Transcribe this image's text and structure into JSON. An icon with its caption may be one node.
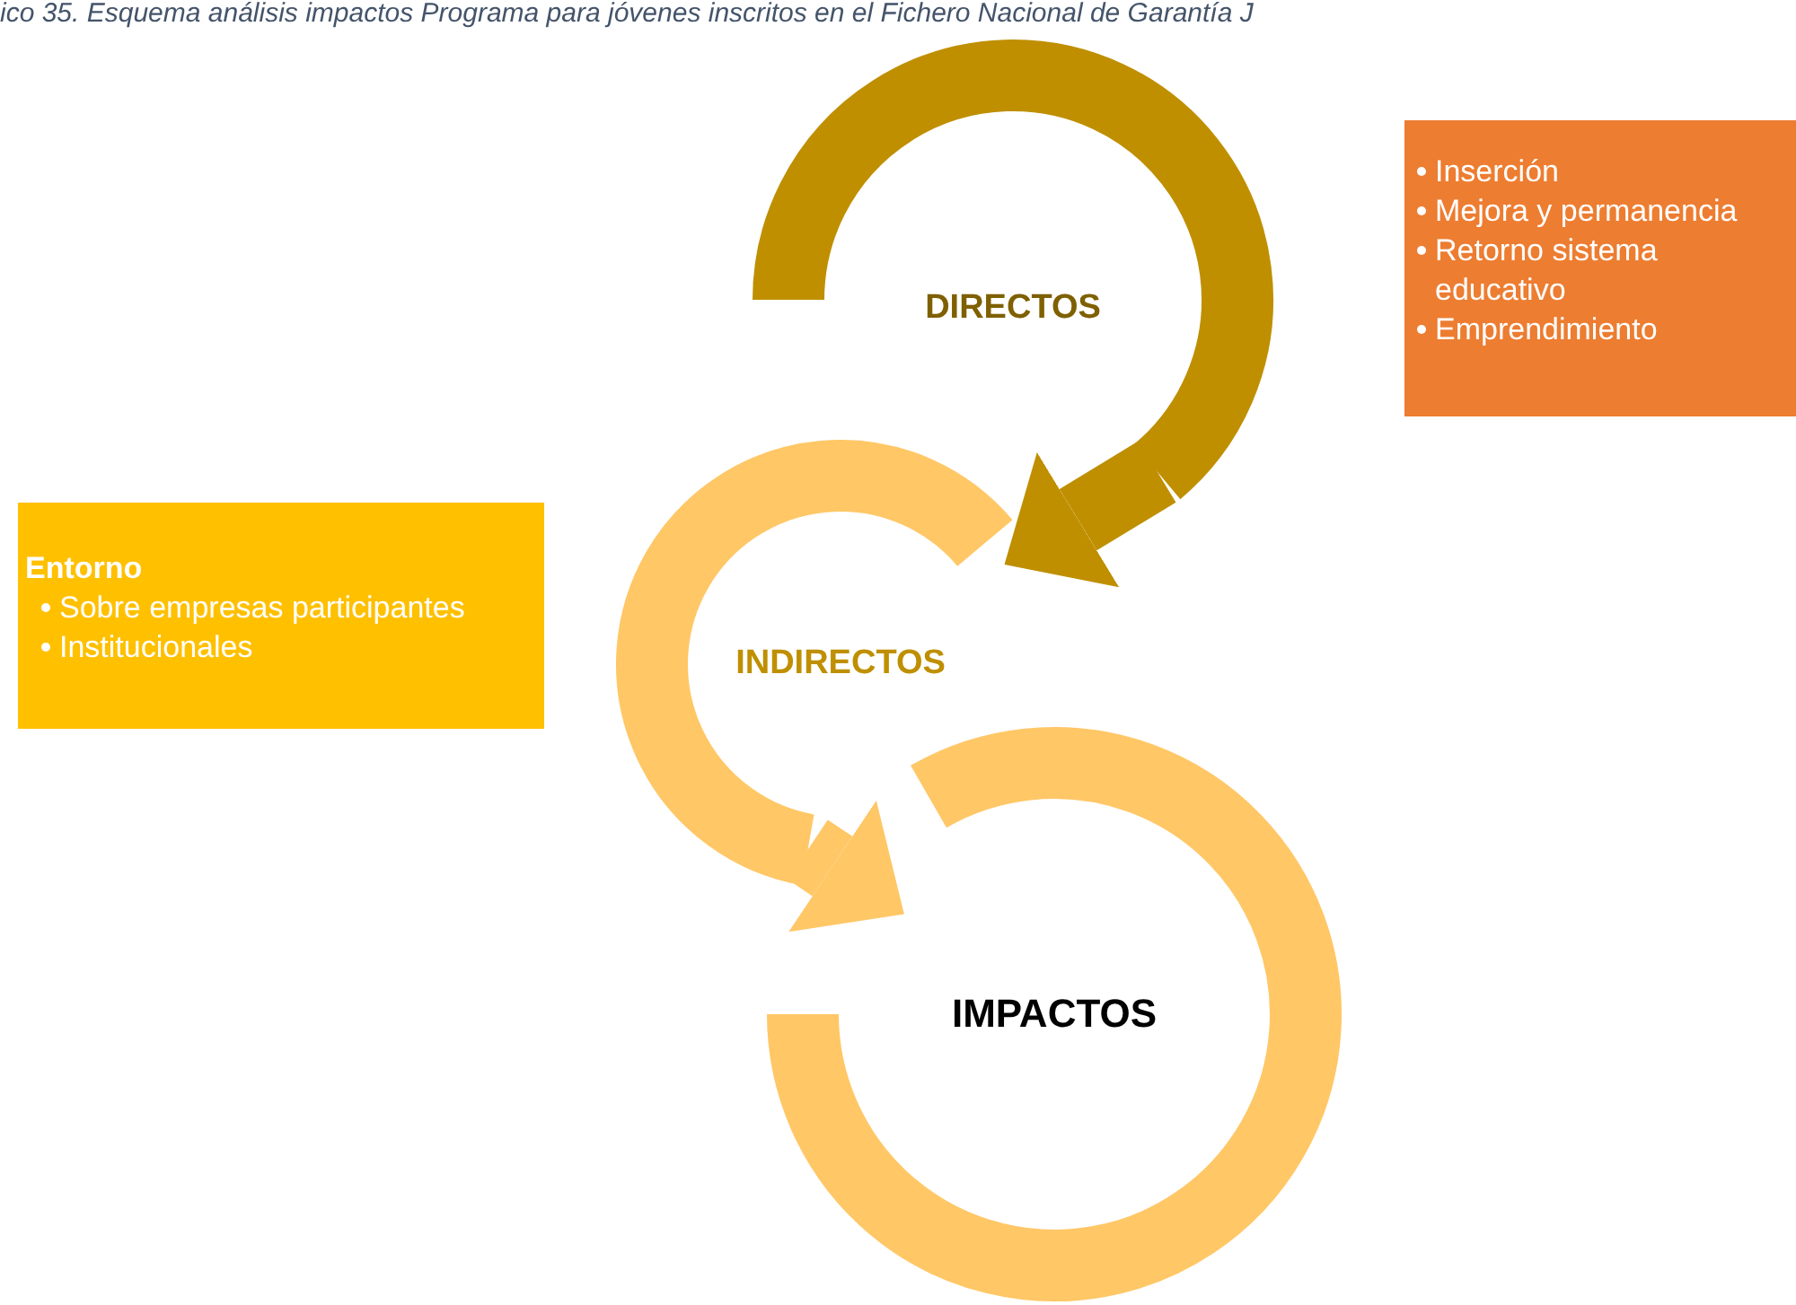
{
  "diagram": {
    "title": "ico 35. Esquema análisis impactos Programa para jóvenes inscritos en el Fichero Nacional de Garantía J",
    "nodes": [
      {
        "text": [
          "DIRECTOS"
        ]
      },
      {
        "text": [
          "INDIRECTOS"
        ]
      },
      {
        "text": [
          "IMPACTOS"
        ]
      },
      {
        "text": [
          "Inserción",
          "Mejora y permanencia",
          "Retorno sistema educativo",
          "Emprendimiento"
        ]
      },
      {
        "text": [
          "Entorno",
          "Sobre empresas participantes",
          "Institucionales"
        ]
      }
    ],
    "edges": [
      {
        "from": 0,
        "to": 1,
        "arrow": "to"
      },
      {
        "from": 1,
        "to": 2,
        "arrow": "to",
        "color": "#ffc766"
      }
    ]
  }
}
